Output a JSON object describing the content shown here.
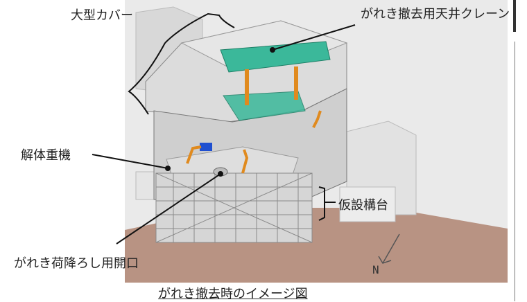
{
  "labels": {
    "large_cover": "大型カバー",
    "crane": "がれき撤去用天井クレーン",
    "heavy_machinery": "解体重機",
    "temporary_platform": "仮設構台",
    "debris_opening": "がれき荷降ろし用開口"
  },
  "north_marker": "N",
  "caption": "がれき撤去時のイメージ図",
  "colors": {
    "crane": "#3bb89a",
    "machinery": "#e08a1e",
    "ground": "#b89383",
    "blue_equipment": "#1f4fd0"
  }
}
